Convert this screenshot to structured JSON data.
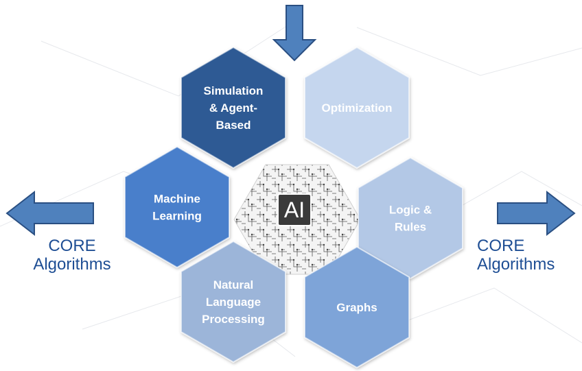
{
  "center": {
    "label": "AI"
  },
  "hexagons": [
    {
      "id": "simulation",
      "lines": [
        "Simulation",
        "& Agent-",
        "Based"
      ],
      "fill": "#2f5a94",
      "text_color": "#ffffff"
    },
    {
      "id": "optimization",
      "lines": [
        "Optimization"
      ],
      "fill": "#c5d6ee",
      "text_color": "#ffffff"
    },
    {
      "id": "logic",
      "lines": [
        "Logic &",
        "Rules"
      ],
      "fill": "#b3c8e6",
      "text_color": "#ffffff"
    },
    {
      "id": "graphs",
      "lines": [
        "Graphs"
      ],
      "fill": "#7ea4d8",
      "text_color": "#ffffff"
    },
    {
      "id": "nlp",
      "lines": [
        "Natural",
        "Language",
        "Processing"
      ],
      "fill": "#9cb5d9",
      "text_color": "#ffffff"
    },
    {
      "id": "machine-learning",
      "lines": [
        "Machine",
        "Learning"
      ],
      "fill": "#4a7fcb",
      "text_color": "#ffffff"
    }
  ],
  "left_label": {
    "line1": "CORE",
    "line2": "Algorithms"
  },
  "right_label": {
    "line1": "CORE",
    "line2": "Algorithms"
  },
  "colors": {
    "arrow": "#4f81bd",
    "arrow_stroke": "#2a4f82",
    "label_text": "#1e4e94",
    "center_box": "#3a3a3a"
  }
}
